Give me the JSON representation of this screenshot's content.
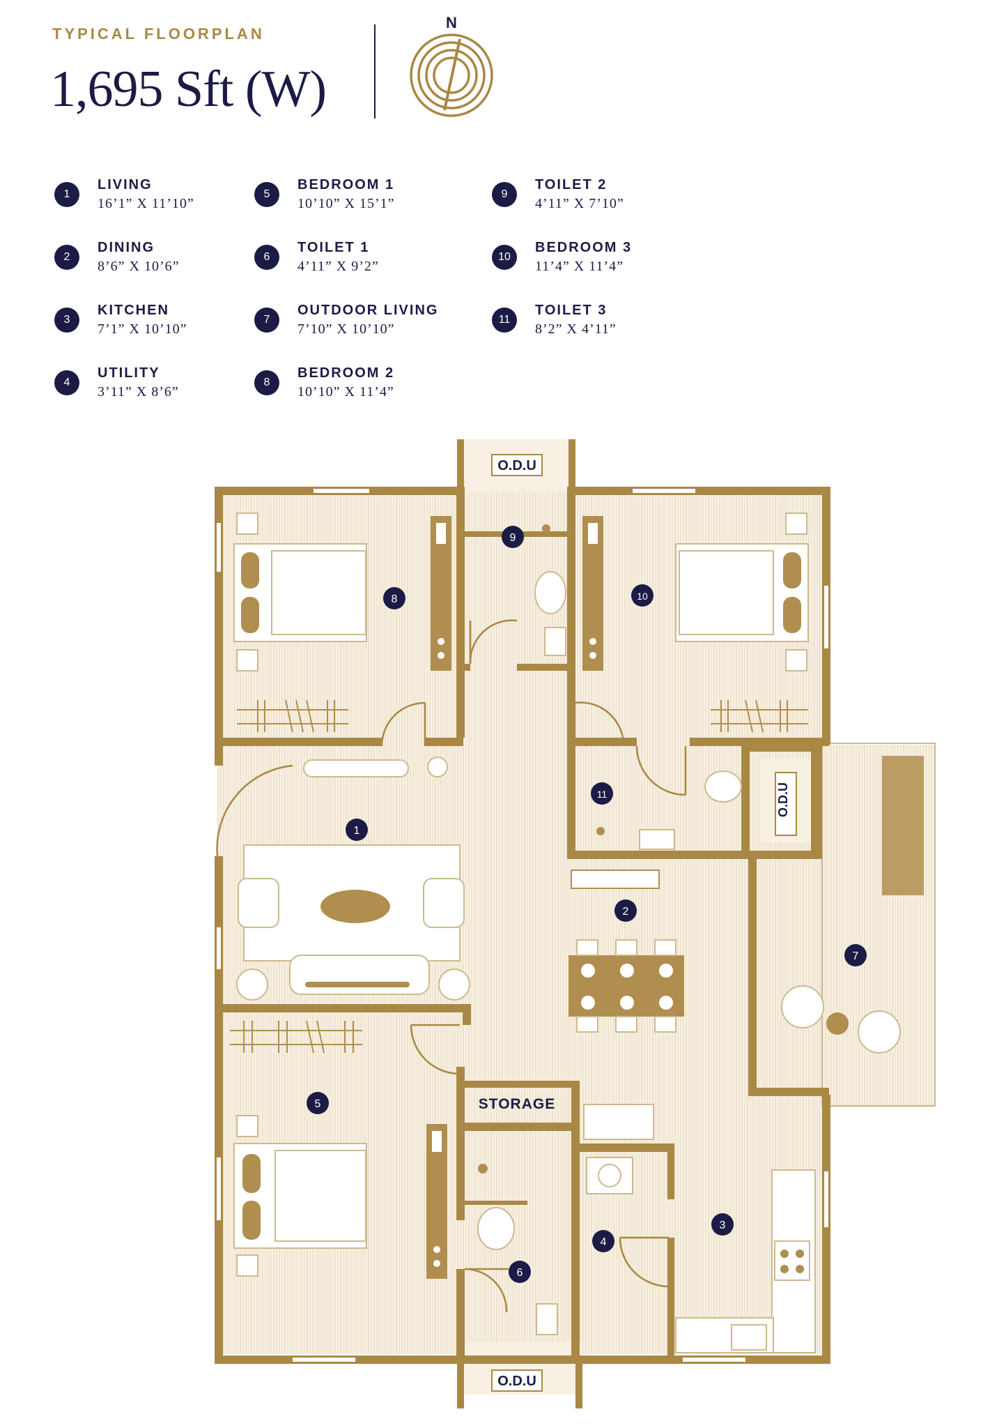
{
  "header": {
    "eyebrow": "TYPICAL FLOORPLAN",
    "title": "1,695 Sft (W)",
    "compass_label": "N"
  },
  "legend": [
    {
      "num": "1",
      "name": "LIVING",
      "dims": "16’1” X 11’10”"
    },
    {
      "num": "2",
      "name": "DINING",
      "dims": "8’6” X 10’6”"
    },
    {
      "num": "3",
      "name": "KITCHEN",
      "dims": "7’1” X 10’10”"
    },
    {
      "num": "4",
      "name": "UTILITY",
      "dims": "3’11” X 8’6”"
    },
    {
      "num": "5",
      "name": "BEDROOM 1",
      "dims": "10’10” X 15’1”"
    },
    {
      "num": "6",
      "name": "TOILET 1",
      "dims": "4’11” X 9’2”"
    },
    {
      "num": "7",
      "name": "OUTDOOR LIVING",
      "dims": "7’10” X 10’10”"
    },
    {
      "num": "8",
      "name": "BEDROOM 2",
      "dims": "10’10” X 11’4”"
    },
    {
      "num": "9",
      "name": "TOILET 2",
      "dims": "4’11” X 7’10”"
    },
    {
      "num": "10",
      "name": "BEDROOM 3",
      "dims": "11’4” X 11’4”"
    },
    {
      "num": "11",
      "name": "TOILET 3",
      "dims": "8’2” X 4’11”"
    }
  ],
  "plan": {
    "odu_top": "O.D.U",
    "odu_right": "O.D.U",
    "odu_bottom": "O.D.U",
    "storage": "STORAGE",
    "markers": [
      "1",
      "2",
      "3",
      "4",
      "5",
      "6",
      "7",
      "8",
      "9",
      "10",
      "11"
    ]
  },
  "colors": {
    "wall": "#a98845",
    "navy": "#1b1b45",
    "floor": "#f6efe2",
    "floor_stripe": "#e9dcc3",
    "fixture": "#b08e4f"
  }
}
